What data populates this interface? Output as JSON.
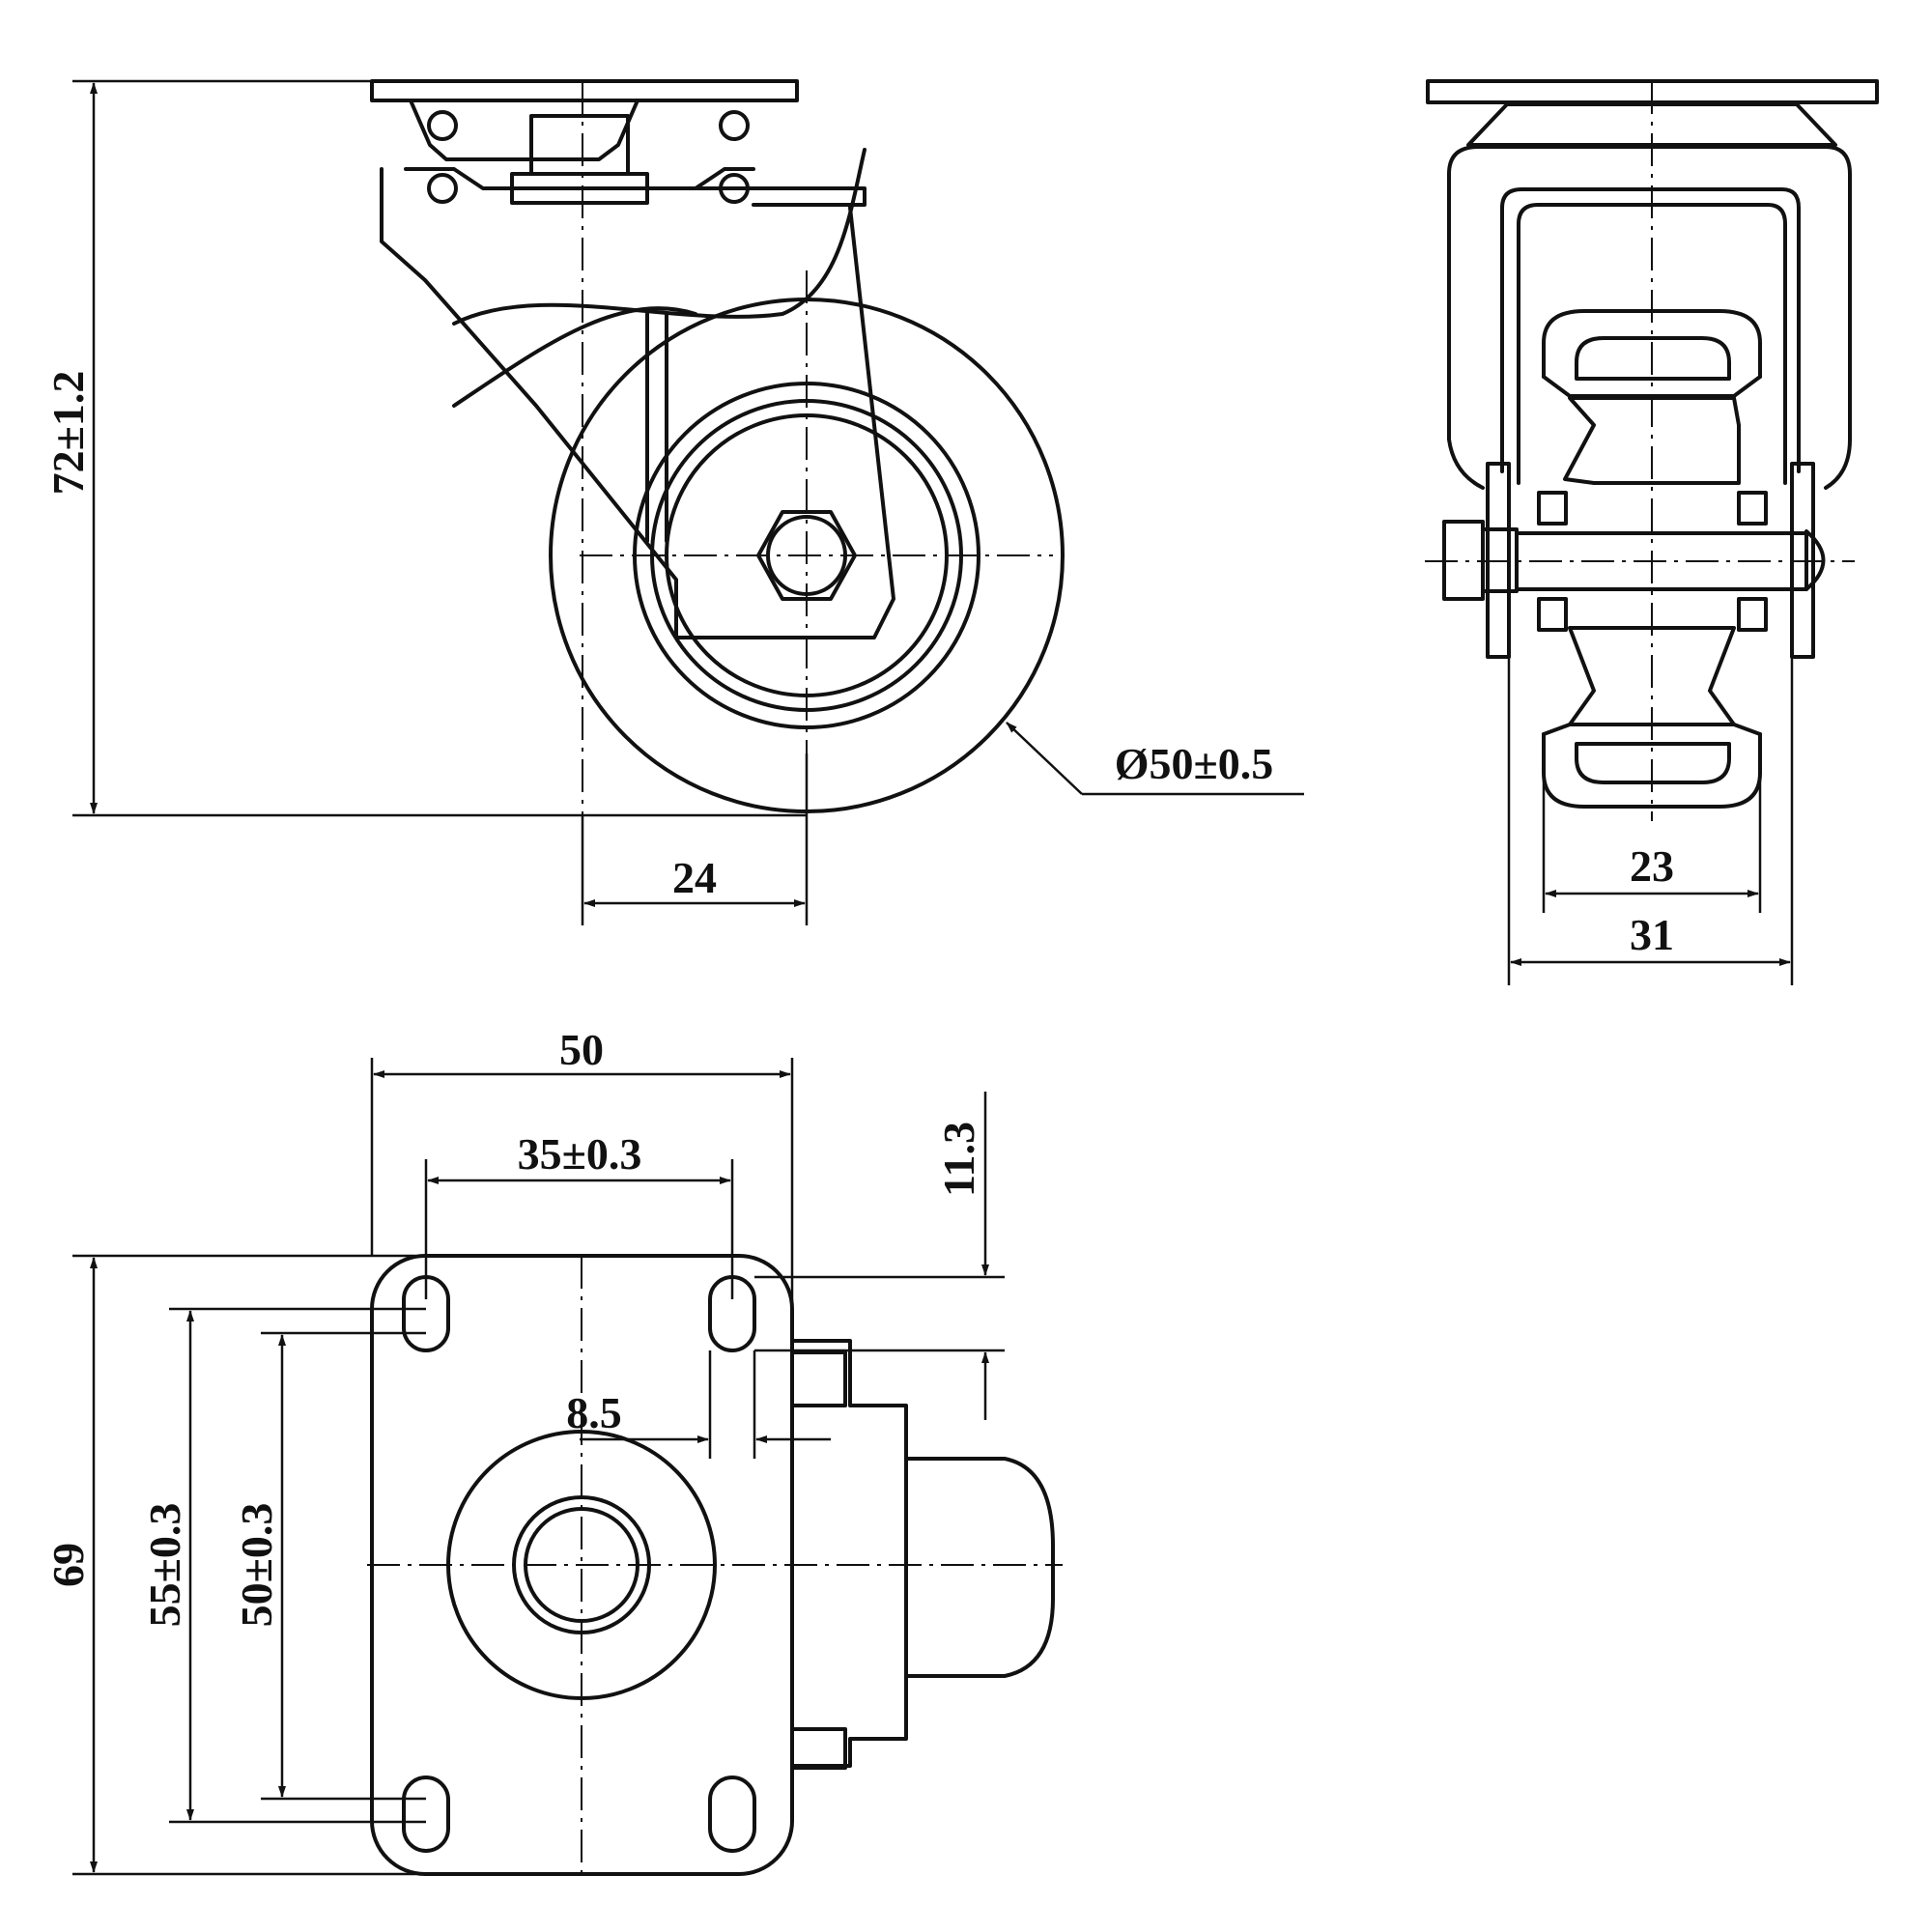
{
  "dimensions": {
    "height_total": "72±1.2",
    "wheel_diameter": "Ø50±0.5",
    "offset": "24",
    "wheel_width": "23",
    "fork_width": "31",
    "plate_width": "50",
    "hole_spacing_x": "35±0.3",
    "plate_length": "69",
    "hole_spacing_y_outer": "55±0.3",
    "hole_spacing_y_inner": "50±0.3",
    "slot_width": "8.5",
    "slot_length": "11.3"
  }
}
